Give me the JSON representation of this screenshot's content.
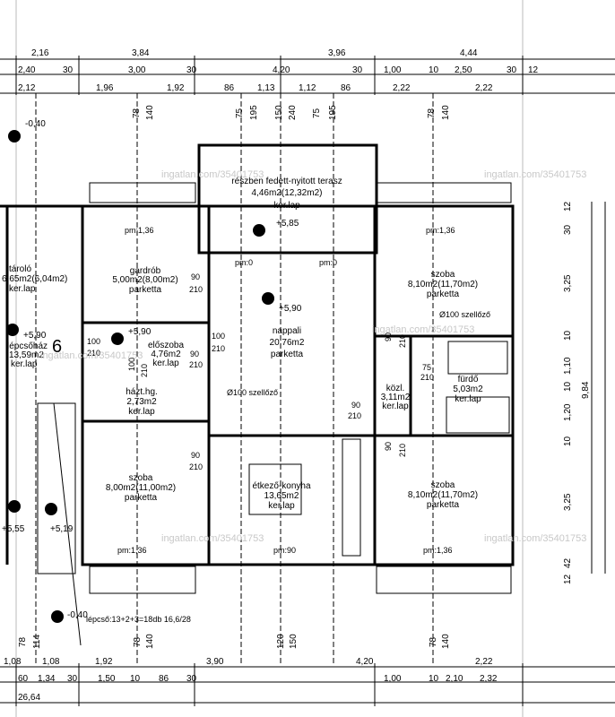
{
  "dimensions": {
    "top_row1": [
      "2,16",
      "3,84",
      "3,96",
      "4,44"
    ],
    "top_row2": [
      "2,40",
      "30",
      "3,00",
      "30",
      "4,20",
      "30",
      "1,00",
      "10",
      "2,50",
      "30",
      "12"
    ],
    "top_row3": [
      "2,12",
      "1,96",
      "1,92",
      "86",
      "1,13",
      "1,12",
      "86",
      "2,22",
      "2,22"
    ],
    "vertical_top": [
      "78",
      "140",
      "75",
      "195",
      "150",
      "240",
      "75",
      "195",
      "78",
      "140"
    ],
    "vertical_bottom": [
      "78",
      "114",
      "78",
      "140",
      "120",
      "150",
      "78",
      "140"
    ],
    "right": [
      "12",
      "30",
      "3,25",
      "10",
      "1,10",
      "10",
      "1,20",
      "10",
      "3,25",
      "42",
      "12",
      "9,84"
    ],
    "bottom_row1": [
      "1,08",
      "1,08",
      "1,92",
      "3,90",
      "4,20",
      "2,22"
    ],
    "bottom_row2": [
      "60",
      "1,34",
      "30",
      "1,50",
      "10",
      "86",
      "30",
      "1,00",
      "10",
      "2,10",
      "2,32"
    ],
    "bottom_total": "26,64"
  },
  "levels": {
    "l_minus040": "-0,40",
    "l_plus590_a": "+5,90",
    "l_plus590_b": "+5,90",
    "l_plus590_c": "+5,90",
    "l_plus585": "+5,85",
    "l_plus555": "+5,55",
    "l_plus519": "+5,19",
    "l_plus040": "-0,40"
  },
  "rooms": {
    "terasz": [
      "részben fedett-nyitott terasz",
      "4,46m2(12,32m2)",
      "ker.lap"
    ],
    "gardrob": [
      "gardrób",
      "5,00m2(8,00m2)",
      "parketta"
    ],
    "tarolo": [
      "tároló",
      "6,65m2(6,04m2)",
      "ker.lap"
    ],
    "lepcsohaz": [
      "lépcsőház",
      "13,59m2",
      "ker.lap"
    ],
    "eloszoba": [
      "előszoba",
      "4,76m2",
      "ker.lap"
    ],
    "nappali": [
      "nappali",
      "20,76m2",
      "parketta"
    ],
    "szoba_ne": [
      "szoba",
      "8,10m2(11,70m2)",
      "parketta"
    ],
    "hazt": [
      "házt.hg.",
      "2,73m2",
      "ker.lap"
    ],
    "kozl": [
      "közl.",
      "3,11m2",
      "ker.lap"
    ],
    "furdo": [
      "fürdő",
      "5,03m2",
      "ker.lap"
    ],
    "szoba_sw": [
      "szoba",
      "8,00m2(11,00m2)",
      "parketta"
    ],
    "etkezo": [
      "étkező-konyha",
      "13,65m2",
      "ker.lap"
    ],
    "szoba_se": [
      "szoba",
      "8,10m2(11,70m2)",
      "parketta"
    ]
  },
  "doors": {
    "d1": [
      "90",
      "210"
    ],
    "d2": [
      "100",
      "210"
    ],
    "d3": [
      "100",
      "210"
    ],
    "d4": [
      "90",
      "210"
    ],
    "d5": [
      "90",
      "210"
    ],
    "d6": [
      "75",
      "210"
    ],
    "d7": [
      "90",
      "210"
    ],
    "d8": [
      "90",
      "210"
    ],
    "d9": [
      "90",
      "210"
    ],
    "d10": [
      "100",
      "210"
    ]
  },
  "labels": {
    "pm136_nw": "pm:1,36",
    "pm136_ne": "pm:1,36",
    "pm0_a": "pm:0",
    "pm0_b": "pm:0",
    "pm136_sw": "pm:1,36",
    "pm90": "pm:90",
    "pm136_se": "pm:1,36",
    "szellozo_1": "Ø100 szellőző",
    "szellozo_2": "Ø100 szellőző",
    "stair": "lépcső:13+2+3=18db 16,6/28",
    "stair_no": "6"
  },
  "watermarks": [
    "ingatlan.com/35401753",
    "ingatlan.com/35401753",
    "ingatlan.com/35401753",
    "ingatlan.com/35401753",
    "ingatlan.com/35401753",
    "ingatlan.com/35401753"
  ]
}
